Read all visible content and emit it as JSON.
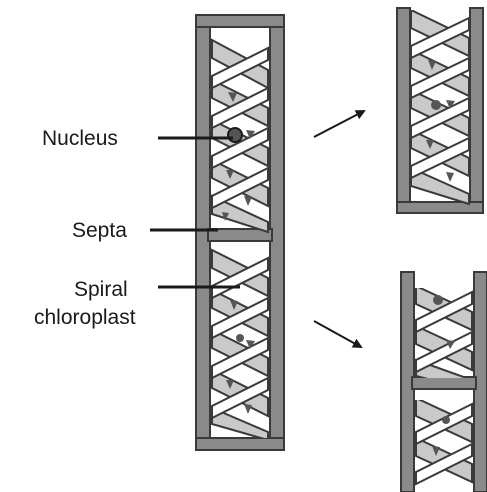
{
  "labels": {
    "nucleus": "Nucleus",
    "septa": "Septa",
    "spiral_line1": "Spiral",
    "spiral_line2": "chloroplast"
  },
  "colors": {
    "wall": "#8a8a8a",
    "wall_outline": "#3a3a3a",
    "ribbon": "#c9c9c9",
    "ribbon_dark": "#555555",
    "interior": "#ffffff",
    "ink": "#1a1a1a"
  }
}
